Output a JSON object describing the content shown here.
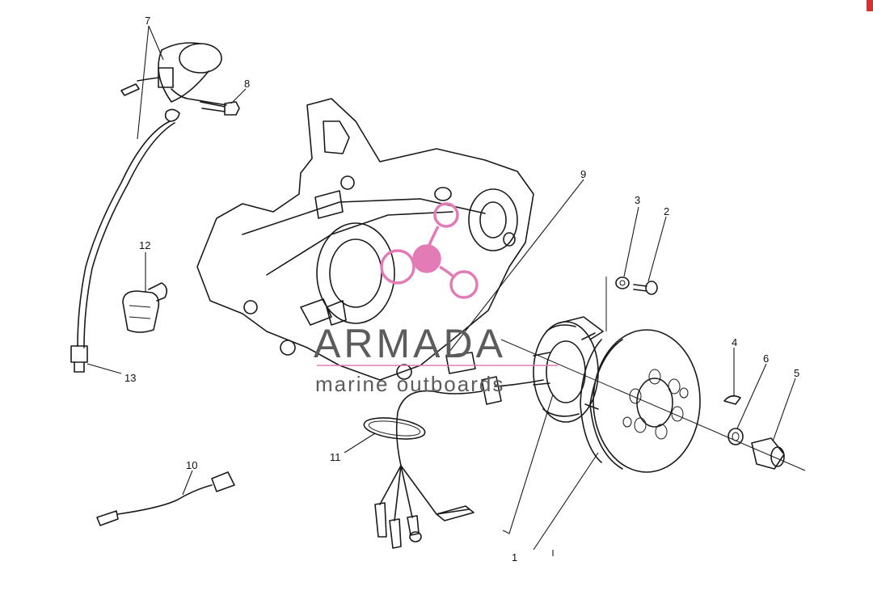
{
  "colors": {
    "line": "#1a1a1a",
    "watermark_pink": "#e27bb6",
    "watermark_gray": "#5c5c5c",
    "corner_mark": "#d6302f"
  },
  "watermark": {
    "brand": "ARMADA",
    "tagline": "marine outboards"
  },
  "callouts": {
    "c1": "1",
    "c2": "2",
    "c3": "3",
    "c4": "4",
    "c5": "5",
    "c6": "6",
    "c7": "7",
    "c8": "8",
    "c9": "9",
    "c10": "10",
    "c11": "11",
    "c12": "12",
    "c13": "13"
  }
}
